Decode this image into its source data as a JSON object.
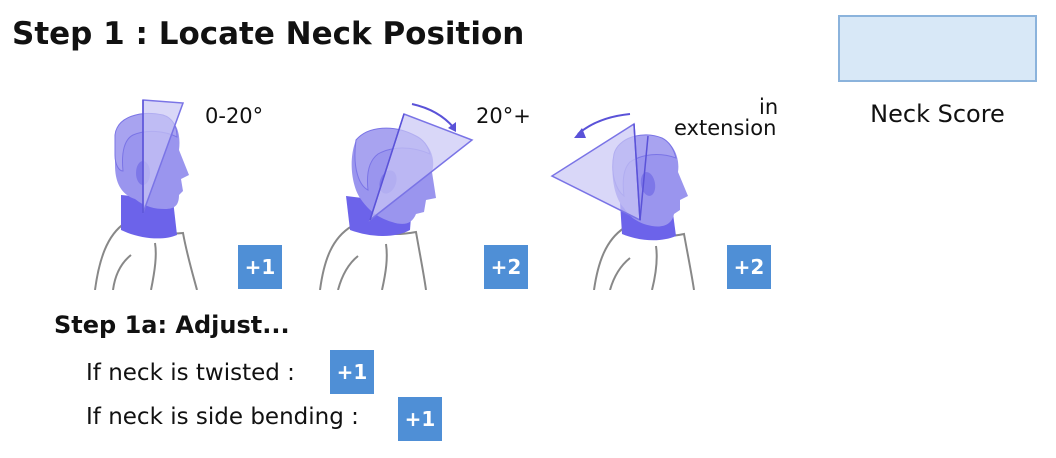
{
  "title": "Step 1 : Locate Neck Position",
  "score": {
    "label": "Neck Score"
  },
  "positions": [
    {
      "angle_label": "0-20°",
      "score": "+1"
    },
    {
      "angle_label": "20°+",
      "score": "+2"
    },
    {
      "angle_label_line1": "in",
      "angle_label_line2": "extension",
      "score": "+2"
    }
  ],
  "adjust": {
    "title": "Step 1a: Adjust...",
    "items": [
      {
        "label": "If neck is twisted :",
        "score": "+1"
      },
      {
        "label": "If neck is side bending :",
        "score": "+1"
      }
    ]
  },
  "colors": {
    "head_fill": "#9a95ee",
    "neck_fill": "#6c63ea",
    "wedge_fill": "#c9c6f5",
    "badge": "#4f8fd6",
    "score_box": "#d8e8f7"
  }
}
